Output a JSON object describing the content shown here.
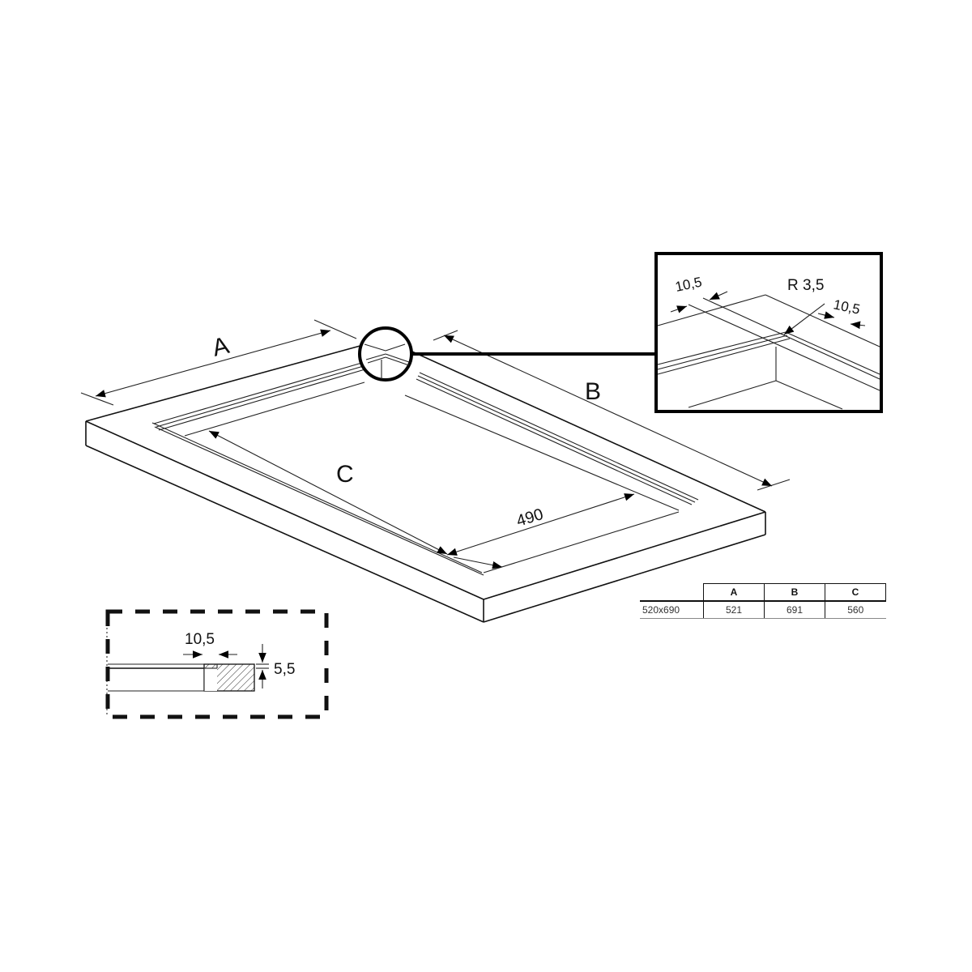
{
  "drawing": {
    "subject": "shower tray frame isometric technical drawing",
    "dimension_labels": {
      "A": "A",
      "B": "B",
      "C": "C",
      "inner_width": "490"
    },
    "detail_zoom": {
      "left_offset": "10,5",
      "radius": "R 3,5",
      "right_offset": "10,5"
    },
    "section_detail": {
      "width": "10,5",
      "height": "5,5"
    }
  },
  "table": {
    "headers": [
      "",
      "A",
      "B",
      "C"
    ],
    "rows": [
      {
        "model": "520x690",
        "A": "521",
        "B": "691",
        "C": "560"
      }
    ]
  },
  "colors": {
    "line": "#111111",
    "background": "#ffffff"
  }
}
